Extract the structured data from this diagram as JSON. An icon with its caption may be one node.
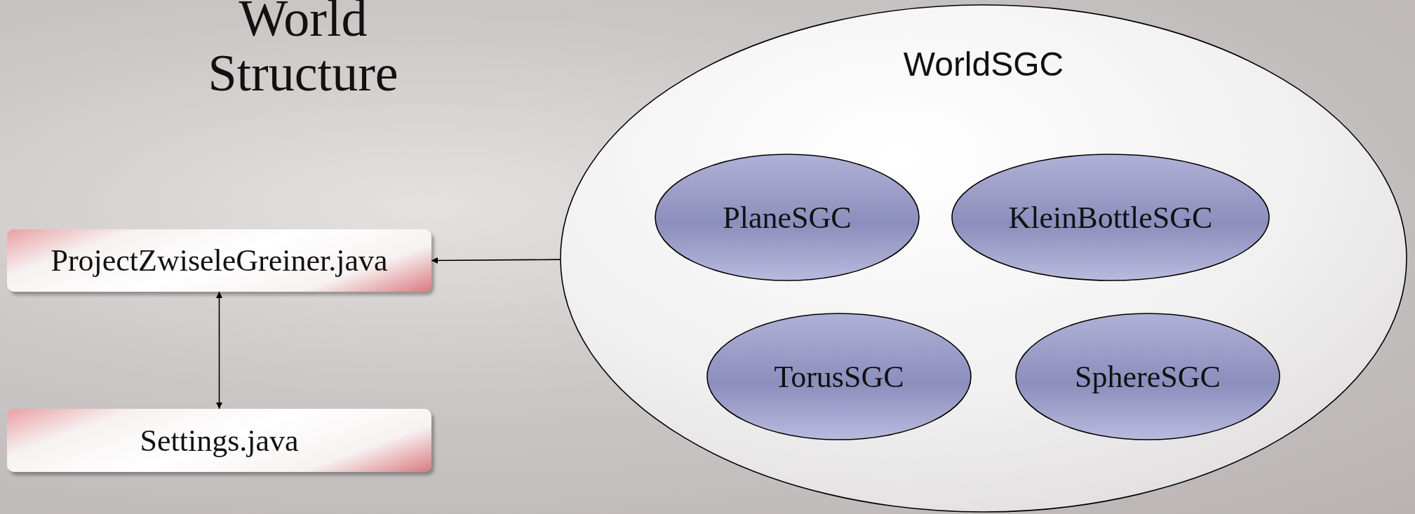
{
  "diagram": {
    "title": "World Structure",
    "nodes": [
      {
        "text": [
          "ProjectZwiseleGreiner.java"
        ]
      },
      {
        "text": [
          "Settings.java"
        ]
      },
      {
        "text": [
          "WorldSGC"
        ]
      },
      {
        "text": [
          "PlaneSGC"
        ],
        "in": 2
      },
      {
        "text": [
          "KleinBottleSGC"
        ],
        "in": 2
      },
      {
        "text": [
          "TorusSGC"
        ],
        "in": 2
      },
      {
        "text": [
          "SphereSGC"
        ],
        "in": 2
      }
    ],
    "edges": [
      {
        "from": 2,
        "to": 0,
        "arrow": "to"
      },
      {
        "from": 0,
        "to": 1,
        "arrow": "both"
      }
    ]
  }
}
